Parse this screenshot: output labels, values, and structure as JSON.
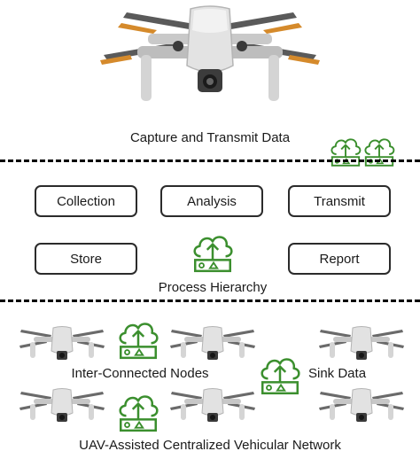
{
  "sections": {
    "capture_title": "Capture and Transmit Data",
    "process_title": "Process Hierarchy",
    "network_title": "UAV-Assisted Centralized Vehicular Network"
  },
  "process_boxes": [
    {
      "label": "Collection"
    },
    {
      "label": "Analysis"
    },
    {
      "label": "Transmit"
    },
    {
      "label": "Store"
    },
    {
      "label": "Report"
    }
  ],
  "network_labels": {
    "nodes": "Inter-Connected Nodes",
    "sink": "Sink Data"
  },
  "icons": {
    "drone": "drone-icon",
    "cloud_server": "cloud-server-icon"
  },
  "colors": {
    "cloud_green": "#3b8f2e",
    "dash_line": "#000000",
    "box_border": "#2b2b2b"
  }
}
